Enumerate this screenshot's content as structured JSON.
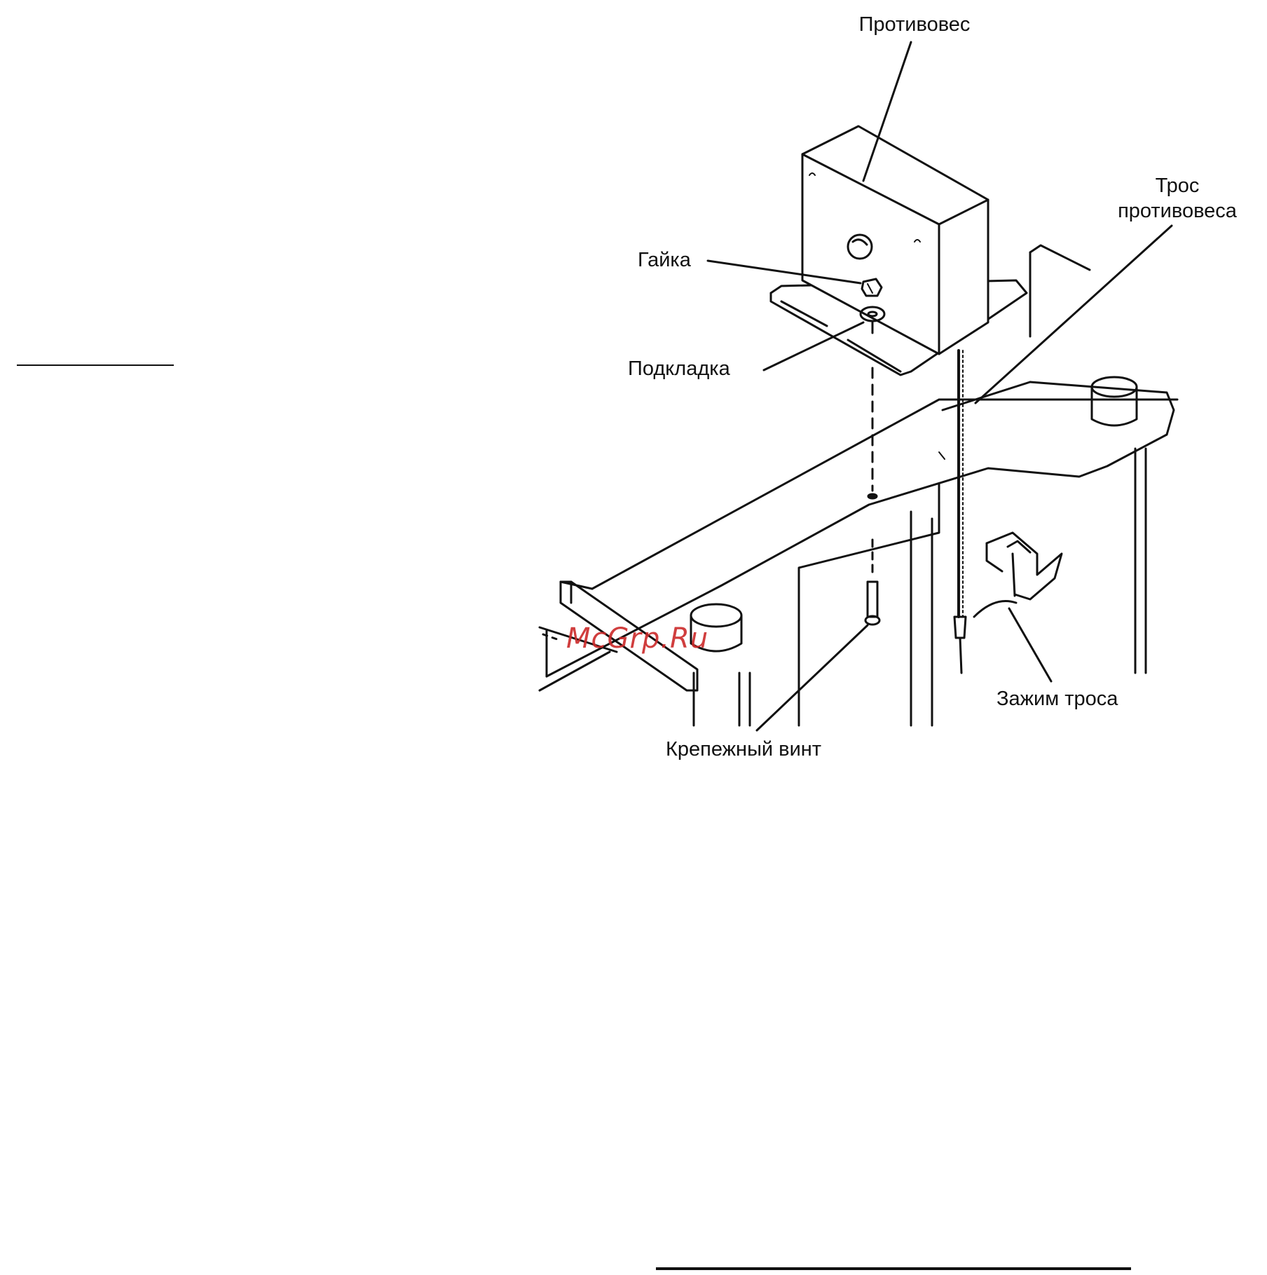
{
  "labels": {
    "counterweight": "Противовес",
    "cable_line1": "Трос",
    "cable_line2": "противовеса",
    "nut": "Гайка",
    "washer": "Подкладка",
    "cable_clamp": "Зажим троса",
    "mounting_screw": "Крепежный винт"
  },
  "watermark": "McGrp.Ru",
  "colors": {
    "ink": "#111111",
    "watermark": "#cc2a2a",
    "paper": "#ffffff"
  }
}
